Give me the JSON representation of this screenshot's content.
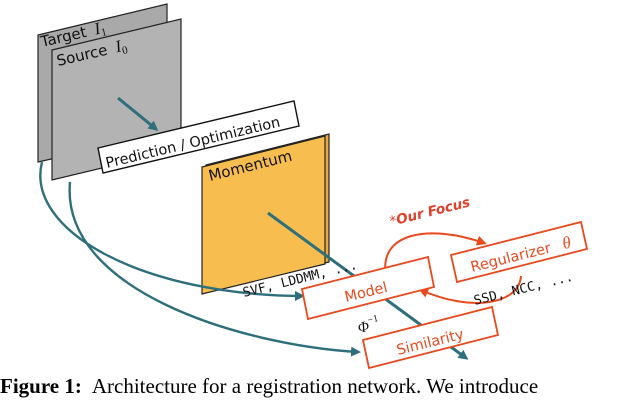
{
  "colors": {
    "accent_red": "#e8491d",
    "focus_red": "#e0402a",
    "arrow_teal": "#2f6e7b",
    "momentum_fill": "#f7bd4f",
    "panel_gray": "#a9a9a9",
    "panel_gray_front": "#b3b3b3"
  },
  "labels": {
    "target": "Target",
    "target_symbol": "I",
    "target_sub": "1",
    "source": "Source",
    "source_symbol": "I",
    "source_sub": "0",
    "prediction": "Prediction / Optimization",
    "momentum": "Momentum",
    "model_types": "SVF, LDDMM, ...",
    "focus_star": "*",
    "focus_text": "Our Focus",
    "regularizer": "Regularizer",
    "theta": "θ",
    "model": "Model",
    "phi": "Φ",
    "phi_sup": "−1",
    "similarity_types": "SSD, NCC, ...",
    "similarity": "Similarity"
  },
  "caption": {
    "figure": "Figure 1:",
    "text": "Architecture for a registration network. We introduce"
  }
}
